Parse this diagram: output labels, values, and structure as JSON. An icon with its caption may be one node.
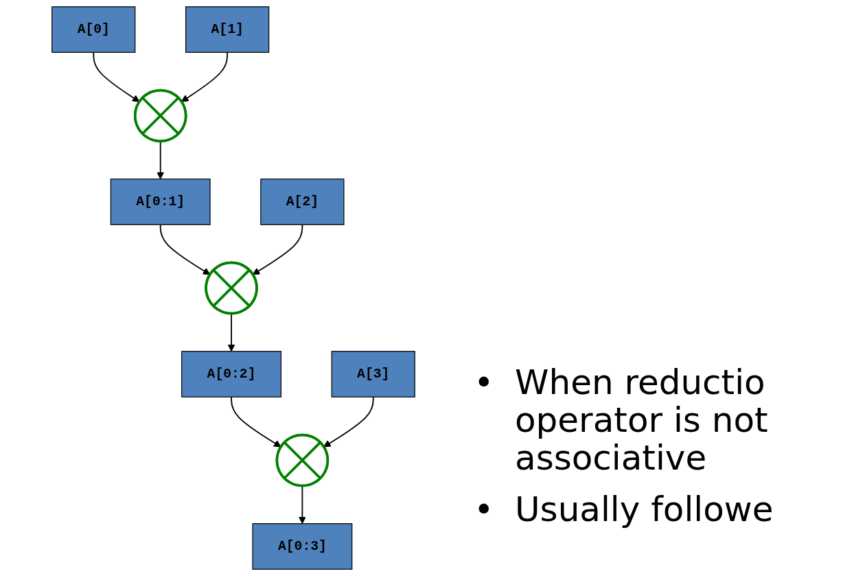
{
  "diagram": {
    "nodes": [
      {
        "text": [
          "A[0]"
        ]
      },
      {
        "text": [
          "A[1]"
        ]
      },
      {
        "text": [
          "A[2]"
        ]
      },
      {
        "text": [
          "A[3]"
        ]
      },
      {
        "text": [],
        "shape": "circle"
      },
      {
        "text": [
          "A[0:1]"
        ]
      },
      {
        "text": [],
        "shape": "circle"
      },
      {
        "text": [
          "A[0:2]"
        ]
      },
      {
        "text": [],
        "shape": "circle"
      },
      {
        "text": [
          "A[0:3]"
        ]
      }
    ],
    "edges": [
      {
        "from": 0,
        "to": 4,
        "arrow": "to"
      },
      {
        "from": 1,
        "to": 4,
        "arrow": "to"
      },
      {
        "from": 4,
        "to": 5,
        "arrow": "to"
      },
      {
        "from": 5,
        "to": 6,
        "arrow": "to"
      },
      {
        "from": 2,
        "to": 6,
        "arrow": "to"
      },
      {
        "from": 6,
        "to": 7,
        "arrow": "to"
      },
      {
        "from": 7,
        "to": 8,
        "arrow": "to"
      },
      {
        "from": 3,
        "to": 8,
        "arrow": "to"
      },
      {
        "from": 8,
        "to": 9,
        "arrow": "to"
      }
    ],
    "labels": [
      "•",
      "When reductio operator is not associative",
      "•",
      "Usually followe"
    ]
  }
}
